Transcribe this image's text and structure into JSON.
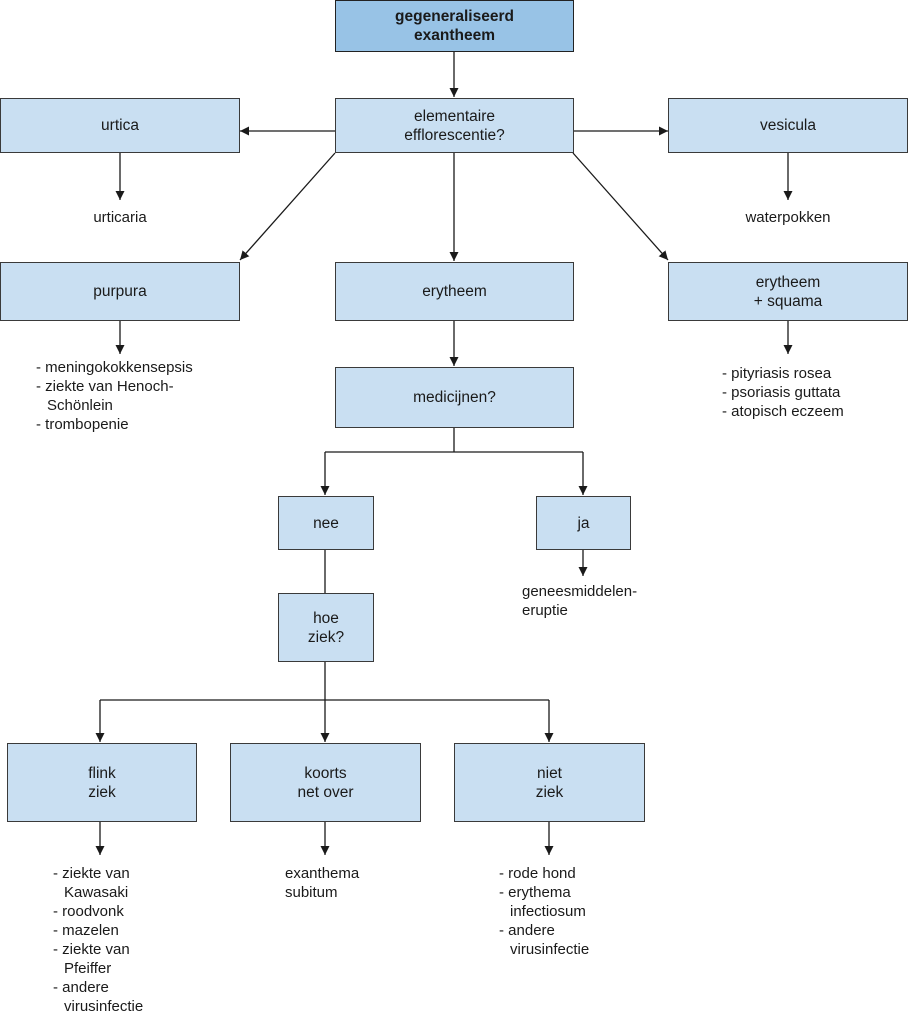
{
  "nodes": {
    "root": [
      "gegeneraliseerd",
      "exantheem"
    ],
    "question": [
      "elementaire",
      "efflorescentie?"
    ],
    "urtica": [
      "urtica"
    ],
    "vesicula": [
      "vesicula"
    ],
    "purpura": [
      "purpura"
    ],
    "erytheem": [
      "erytheem"
    ],
    "erytheem_squama": [
      "erytheem",
      "+ squama"
    ],
    "medicijnen": [
      "medicijnen?"
    ],
    "nee": [
      "nee"
    ],
    "ja": [
      "ja"
    ],
    "hoe_ziek": [
      "hoe",
      "ziek?"
    ],
    "flink_ziek": [
      "flink",
      "ziek"
    ],
    "koorts": [
      "koorts",
      "net over"
    ],
    "niet_ziek": [
      "niet",
      "ziek"
    ]
  },
  "outcomes": {
    "urtica": [
      "urticaria"
    ],
    "vesicula": [
      "waterpokken"
    ],
    "purpura": [
      "- meningokokkensepsis",
      "- ziekte van Henoch-Schönlein",
      "- trombopenie"
    ],
    "erytheem_squama": [
      "- pityriasis rosea",
      "- psoriasis guttata",
      "- atopisch eczeem"
    ],
    "ja": [
      "geneesmiddelen-",
      "eruptie"
    ],
    "flink_ziek": [
      "- ziekte van Kawasaki",
      "- roodvonk",
      "- mazelen",
      "- ziekte van Pfeiffer",
      "- andere virusinfectie"
    ],
    "koorts": [
      "exanthema",
      "subitum"
    ],
    "niet_ziek": [
      "- rode hond",
      "- erythema infectiosum",
      "- andere virusinfectie"
    ]
  },
  "colors": {
    "box_fill": "#c9dff2",
    "root_fill": "#98c3e6",
    "line": "#1a1a1a"
  }
}
